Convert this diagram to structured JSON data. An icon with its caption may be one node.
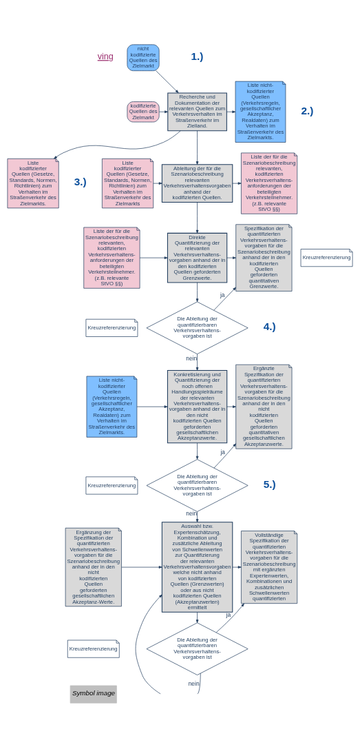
{
  "diagram": {
    "nodes": [
      {
        "text": [
          "kodifizierte Quellen des Zielmarkt"
        ]
      },
      {
        "text": [
          "nicht kodifizierte Quellen des Zielmarkt"
        ]
      },
      {
        "text": [
          "Recherche und Dokumentation der relevanten Quellen zum Verkehrsverhalten im Straßenverkehr im Zielland."
        ]
      },
      {
        "text": [
          "Liste kodifizierter Quellen (Gesetze, Standards, Normen, Richtlinien) zum Verhalten im Straßenverkehr des Zielmarkts."
        ]
      },
      {
        "text": [
          "Liste nicht-kodifizierter Quellen (Verkehrsregeln, gesellschaftlicher Akzeptanz, Realdaten) zum Verhalten im Straßenverkehr des Zielmarkts."
        ]
      },
      {
        "text": [
          "Liste kodifizierter Quellen (Gesetze, Standards, Normen, Richtlinien) zum Verhalten im Straßenverkehr des Zielmarkts"
        ]
      },
      {
        "text": [
          "Kreuzreferenzierung"
        ]
      },
      {
        "text": [
          "Ableitung der für die Szenariobeschreibung relevanten Verkehrsverhaltensvorgaben anhand der kodifizierten Quellen."
        ]
      },
      {
        "text": [
          "Liste der für die Szenariobeschreibung relevanten, kodifizierten Verkehrsverhaltens-anforderungen der beteiligten Verkehrsteilnehmer.",
          "(z.B. relevante StVO §§)"
        ]
      },
      {
        "text": [
          "Liste der für die Szenariobeschreibung relevanten, kodifizierten Verkehrsverhaltens-anforderungen der beteiligten Verkehrsteilnehmer.",
          "(z.B. relevante StVO §§)"
        ]
      },
      {
        "text": [
          "Kreuzreferenzierung"
        ]
      },
      {
        "text": [
          "Direkte Quantifizierung der relevanten Verkehrsverhaltens-vorgaben anhand der in den kodifizierten Quellen geforderten Grenzwerte."
        ]
      },
      {
        "text": [
          "Spezifikation der quantifizierten Verkehrsverhaltens-vorgaben für die Szenariobeschreibung anhand der in den kodifizierten Quellen geforderten quantitativen Grenzwerte."
        ]
      },
      {
        "text": [
          "Die Ableitung der quantifizierbaren Verkehrsverhaltens-",
          "vorgaben ist"
        ]
      },
      {
        "text": [
          "Liste nicht-kodifizierter Quellen (Verkehrsregeln, gesellschaftlicher Akzeptanz, Realdaten) zum Verhalten im Straßenverkehr des Zielmarkts."
        ]
      },
      {
        "text": [
          "Kreuzreferenzierung"
        ]
      },
      {
        "text": [
          "Konkretisierung und Quantifizierung der noch offenen Handlungsspielräume der relevanten Verkehrsverhaltens-vorgaben anhand der in den nicht kodifizierten Quellen geforderten gesellschaftlichen Akzeptanzwerte."
        ]
      },
      {
        "text": [
          "Ergänzte Spezifikation der quantifizierten Verkehrsverhaltens-vorgaben für die Szenariobeschreibung anhand der in den nicht kodifizierten Quellen geforderten quantitativen gesellschaftlichen Akzeptanzwerte."
        ]
      },
      {
        "text": [
          "Die Ableitung der quantifizierbaren Verkehrsverhaltens-",
          "vorgaben ist"
        ]
      },
      {
        "text": [
          "Ergänzung der Spezifikation der quantifizierten Verkehrsverhaltens-vorgaben für die Szenariobeschreibung anhand der in den nicht kodifizierten Quellen geforderten gesellschaftlichen Akzeptanz-Werte."
        ]
      },
      {
        "text": [
          "Kreuzreferenzierung"
        ]
      },
      {
        "text": [
          "Auswahl bzw. Expertenschätzung, Kombination und zusätzliche Ableitung von Schwellenwerten zur Quantifizierung der relevanten Verkehrsverhaltensvorgaben welche nicht anhand von kodifizierten Quellen (Grenzwerten) oder aus nicht kodifizierten Quellen (Akzeptanzwerten) ermittelt"
        ]
      },
      {
        "text": [
          "Vollständige Spezifikation der quantifizierten Verkehrsverhaltens-vorgaben für die Szenariobeschreibung mit ergänzten Expertenwerten, Kombinationen und zusätzlichen Schwellenwerten quantifizierten"
        ]
      },
      {
        "text": [
          "Die Ableitung der quantifizierbaren Verkehrsverhaltens-",
          "vorgaben ist"
        ]
      }
    ],
    "edges": [
      {
        "from": 0,
        "to": 2,
        "arrow": "to"
      },
      {
        "from": 1,
        "to": 2,
        "arrow": "to"
      },
      {
        "from": 2,
        "to": 3,
        "arrow": "to"
      },
      {
        "from": 2,
        "to": 4,
        "arrow": "to"
      },
      {
        "from": 2,
        "to": 7,
        "arrow": "to"
      },
      {
        "from": 5,
        "to": 7,
        "arrow": "to"
      },
      {
        "from": 7,
        "to": 8,
        "arrow": "to"
      },
      {
        "from": 7,
        "to": 11,
        "arrow": "to"
      },
      {
        "from": 9,
        "to": 11,
        "arrow": "to"
      },
      {
        "from": 11,
        "to": 12,
        "arrow": "to"
      },
      {
        "from": 11,
        "to": 13,
        "arrow": "to"
      },
      {
        "from": 13,
        "to": 12,
        "arrow": "to",
        "label": "ja"
      },
      {
        "from": 13,
        "to": 16,
        "arrow": "to",
        "label": "nein"
      },
      {
        "from": 14,
        "to": 16,
        "arrow": "to"
      },
      {
        "from": 16,
        "to": 17,
        "arrow": "to"
      },
      {
        "from": 16,
        "to": 18,
        "arrow": "to"
      },
      {
        "from": 18,
        "to": 17,
        "arrow": "to",
        "label": "ja"
      },
      {
        "from": 18,
        "to": 21,
        "arrow": "to",
        "label": "nein"
      },
      {
        "from": 19,
        "to": 21,
        "arrow": "to"
      },
      {
        "from": 21,
        "to": 22,
        "arrow": "to"
      },
      {
        "from": 21,
        "to": 23,
        "arrow": "to"
      },
      {
        "from": 23,
        "to": 22,
        "arrow": "to",
        "label": "ja"
      },
      {
        "from": 23,
        "to": null,
        "arrow": "none",
        "label": "nein"
      },
      {
        "from": null,
        "to": 21,
        "arrow": "to"
      }
    ],
    "labels": [
      "ving",
      "1.)",
      "2.)",
      "3.)",
      "4.)",
      "5.)",
      "Symbol image"
    ]
  }
}
